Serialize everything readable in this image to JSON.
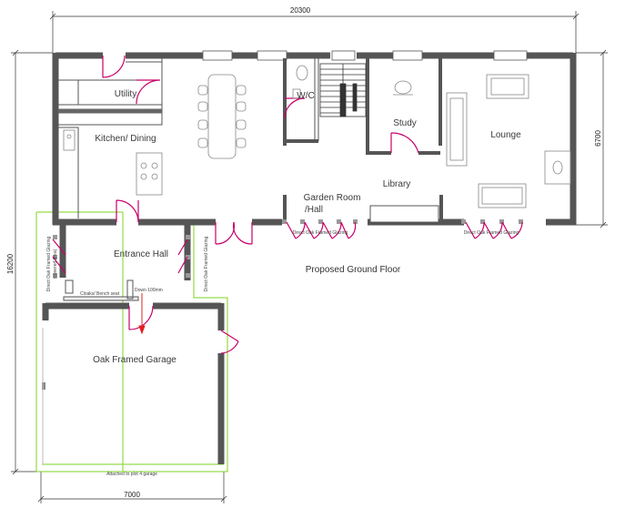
{
  "title": "Proposed Ground Floor",
  "dimensions": {
    "overall_width": "20300",
    "overall_depth": "16200",
    "main_depth": "6700",
    "garage_width": "7000"
  },
  "rooms": {
    "utility": "Utility",
    "kitchen_dining": "Kitchen/ Dining",
    "wc": "W/C",
    "study": "Study",
    "lounge": "Lounge",
    "library": "Library",
    "garden_room_1": "Garden Room",
    "garden_room_2": "/Hall",
    "entrance_hall": "Entrance Hall",
    "garage": "Oak Framed Garage"
  },
  "notes": {
    "glazing_garden": "Direct Oak Framed Glazing",
    "glazing_lounge": "Direct Oak Framed Glazing",
    "glazing_left_1": "Direct Oak Framed Glazing",
    "glazing_left_2": "(covered area)",
    "glazing_right": "Direct Oak Framed Glazing",
    "cloaks": "Cloaks/ Bench seat",
    "down": "Down 100mm",
    "attached": "Attached to plot 4 garage"
  },
  "colors": {
    "wall": "#555555",
    "door_swing": "#c8006a",
    "boundary": "#7ed321",
    "furniture": "#888888",
    "arrow": "#e02020"
  }
}
